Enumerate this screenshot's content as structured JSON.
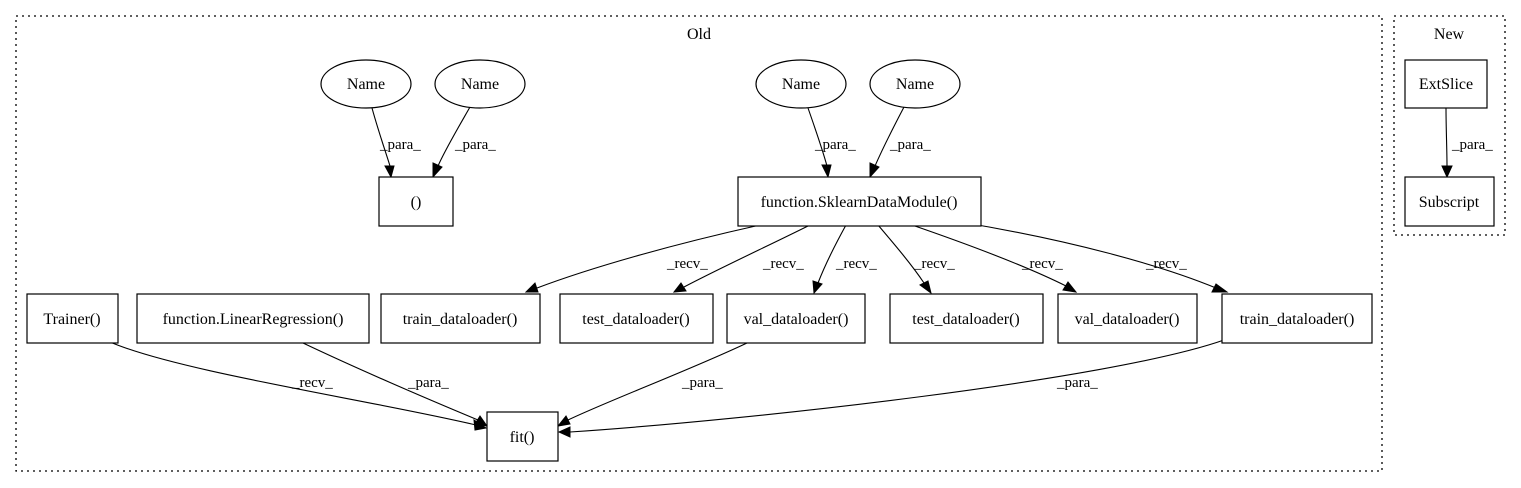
{
  "clusters": {
    "old": {
      "label": "Old"
    },
    "new": {
      "label": "New"
    }
  },
  "nodes": {
    "name1": {
      "label": "Name"
    },
    "name2": {
      "label": "Name"
    },
    "name3": {
      "label": "Name"
    },
    "name4": {
      "label": "Name"
    },
    "tuple": {
      "label": "()"
    },
    "sklearn": {
      "label": "function.SklearnDataModule()"
    },
    "trainer": {
      "label": "Trainer()"
    },
    "linreg": {
      "label": "function.LinearRegression()"
    },
    "train_dl_1": {
      "label": "train_dataloader()"
    },
    "test_dl_1": {
      "label": "test_dataloader()"
    },
    "val_dl_1": {
      "label": "val_dataloader()"
    },
    "test_dl_2": {
      "label": "test_dataloader()"
    },
    "val_dl_2": {
      "label": "val_dataloader()"
    },
    "train_dl_2": {
      "label": "train_dataloader()"
    },
    "fit": {
      "label": "fit()"
    },
    "extslice": {
      "label": "ExtSlice"
    },
    "subscript": {
      "label": "Subscript"
    }
  },
  "edges": [
    {
      "from": "name1",
      "to": "tuple",
      "label": "_para_"
    },
    {
      "from": "name2",
      "to": "tuple",
      "label": "_para_"
    },
    {
      "from": "name3",
      "to": "sklearn",
      "label": "_para_"
    },
    {
      "from": "name4",
      "to": "sklearn",
      "label": "_para_"
    },
    {
      "from": "sklearn",
      "to": "train_dl_1",
      "label": "_recv_"
    },
    {
      "from": "sklearn",
      "to": "test_dl_1",
      "label": "_recv_"
    },
    {
      "from": "sklearn",
      "to": "val_dl_1",
      "label": "_recv_"
    },
    {
      "from": "sklearn",
      "to": "test_dl_2",
      "label": "_recv_"
    },
    {
      "from": "sklearn",
      "to": "val_dl_2",
      "label": "_recv_"
    },
    {
      "from": "sklearn",
      "to": "train_dl_2",
      "label": "_recv_"
    },
    {
      "from": "trainer",
      "to": "fit",
      "label": "_recv_"
    },
    {
      "from": "linreg",
      "to": "fit",
      "label": "_para_"
    },
    {
      "from": "val_dl_1",
      "to": "fit",
      "label": "_para_"
    },
    {
      "from": "train_dl_2",
      "to": "fit",
      "label": "_para_"
    },
    {
      "from": "extslice",
      "to": "subscript",
      "label": "_para_"
    }
  ]
}
